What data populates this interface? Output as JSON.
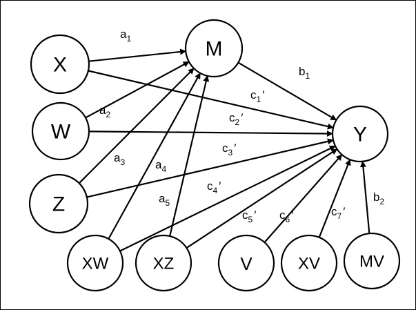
{
  "nodes": {
    "X": {
      "label": "X"
    },
    "M": {
      "label": "M"
    },
    "W": {
      "label": "W"
    },
    "Y": {
      "label": "Y"
    },
    "Z": {
      "label": "Z"
    },
    "XW": {
      "label": "XW"
    },
    "XZ": {
      "label": "XZ"
    },
    "V": {
      "label": "V"
    },
    "XV": {
      "label": "XV"
    },
    "MV": {
      "label": "MV"
    }
  },
  "edges": {
    "a1": {
      "from": "X",
      "to": "M",
      "base": "a",
      "sub": "1",
      "prime": ""
    },
    "a2": {
      "from": "W",
      "to": "M",
      "base": "a",
      "sub": "2",
      "prime": ""
    },
    "a3": {
      "from": "Z",
      "to": "M",
      "base": "a",
      "sub": "3",
      "prime": ""
    },
    "a4": {
      "from": "XW",
      "to": "M",
      "base": "a",
      "sub": "4",
      "prime": ""
    },
    "a5": {
      "from": "XZ",
      "to": "M",
      "base": "a",
      "sub": "5",
      "prime": ""
    },
    "b1": {
      "from": "M",
      "to": "Y",
      "base": "b",
      "sub": "1",
      "prime": ""
    },
    "b2": {
      "from": "MV",
      "to": "Y",
      "base": "b",
      "sub": "2",
      "prime": ""
    },
    "c1": {
      "from": "X",
      "to": "Y",
      "base": "c",
      "sub": "1",
      "prime": "′"
    },
    "c2": {
      "from": "W",
      "to": "Y",
      "base": "c",
      "sub": "2",
      "prime": "′"
    },
    "c3": {
      "from": "Z",
      "to": "Y",
      "base": "c",
      "sub": "3",
      "prime": "′"
    },
    "c4": {
      "from": "XW",
      "to": "Y",
      "base": "c",
      "sub": "4",
      "prime": "′"
    },
    "c5": {
      "from": "XZ",
      "to": "Y",
      "base": "c",
      "sub": "5",
      "prime": "′"
    },
    "c6": {
      "from": "V",
      "to": "Y",
      "base": "c",
      "sub": "6",
      "prime": "′"
    },
    "c7": {
      "from": "XV",
      "to": "Y",
      "base": "c",
      "sub": "7",
      "prime": "′"
    }
  }
}
